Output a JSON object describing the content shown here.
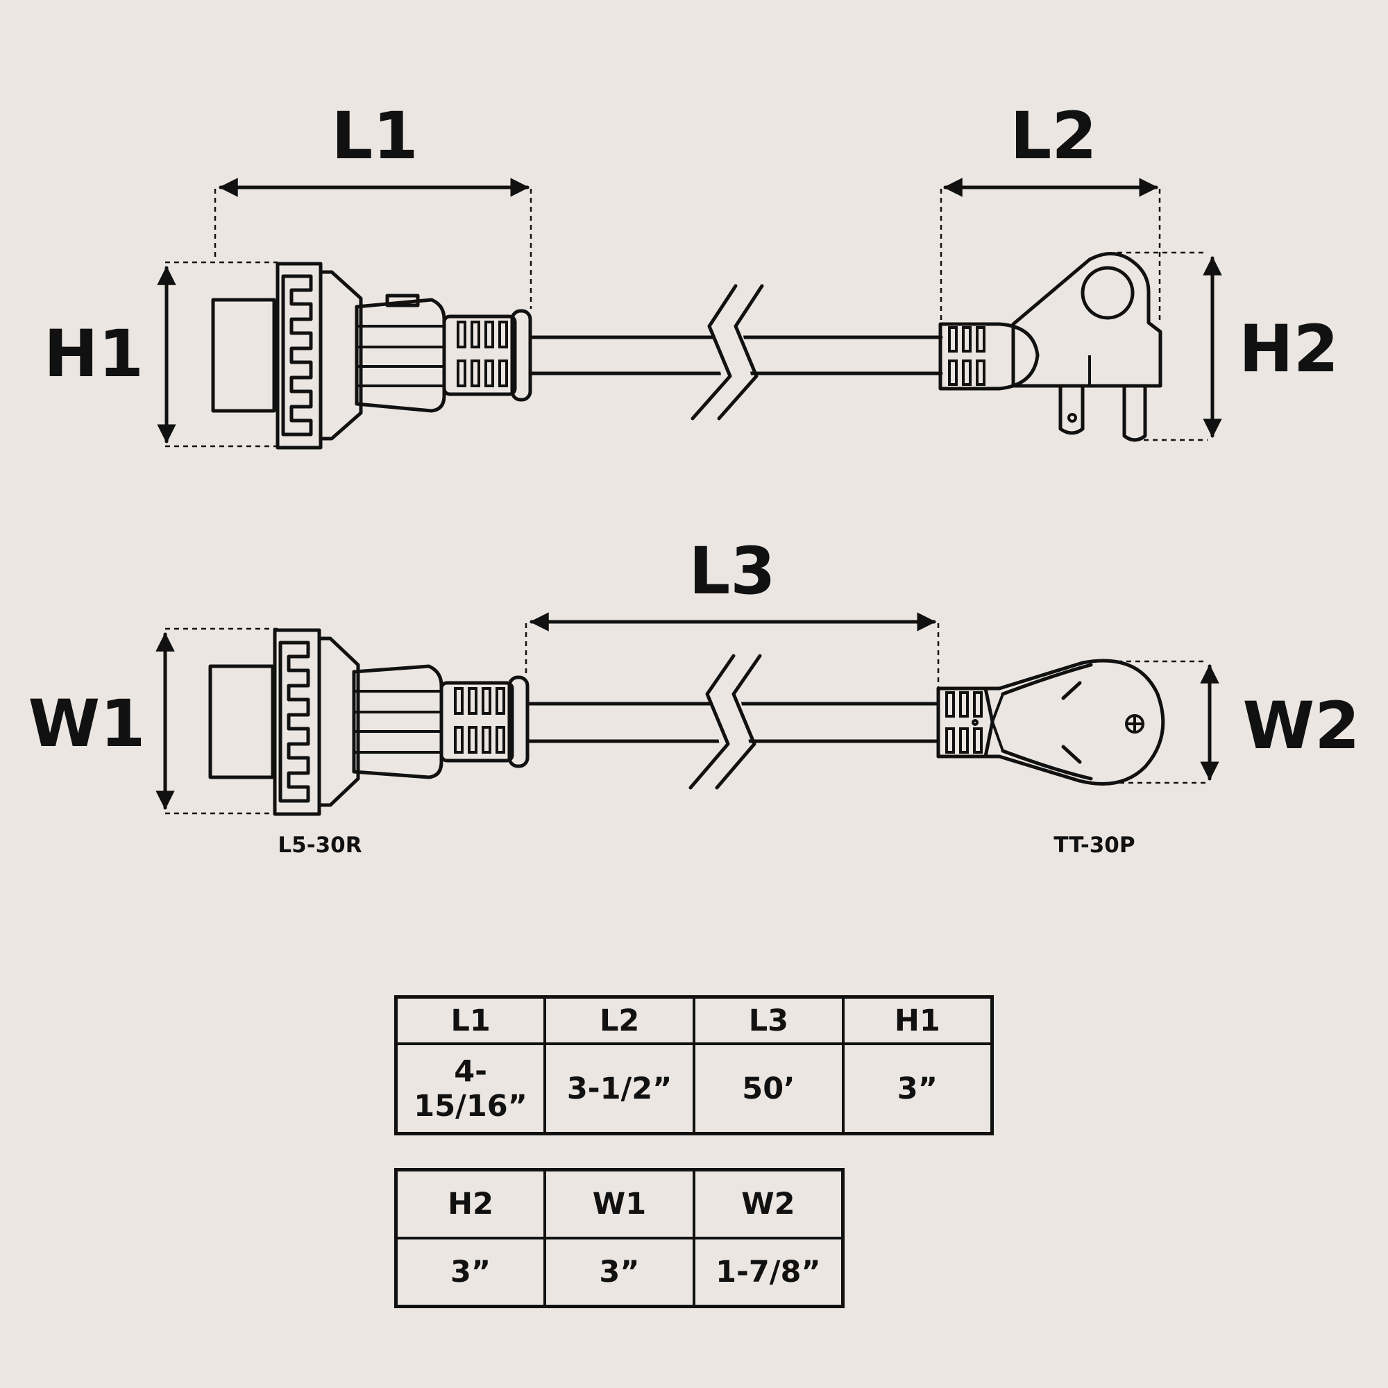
{
  "dimension_labels": {
    "L1": "L1",
    "L2": "L2",
    "L3": "L3",
    "H1": "H1",
    "H2": "H2",
    "W1": "W1",
    "W2": "W2"
  },
  "connector_labels": {
    "left": "L5-30R",
    "right": "TT-30P"
  },
  "table1": {
    "headers": [
      "L1",
      "L2",
      "L3",
      "H1"
    ],
    "values": [
      "4-15/16”",
      "3-1/2”",
      "50’",
      "3”"
    ]
  },
  "table2": {
    "headers": [
      "H2",
      "W1",
      "W2"
    ],
    "values": [
      "3”",
      "3”",
      "1-7/8”"
    ]
  }
}
